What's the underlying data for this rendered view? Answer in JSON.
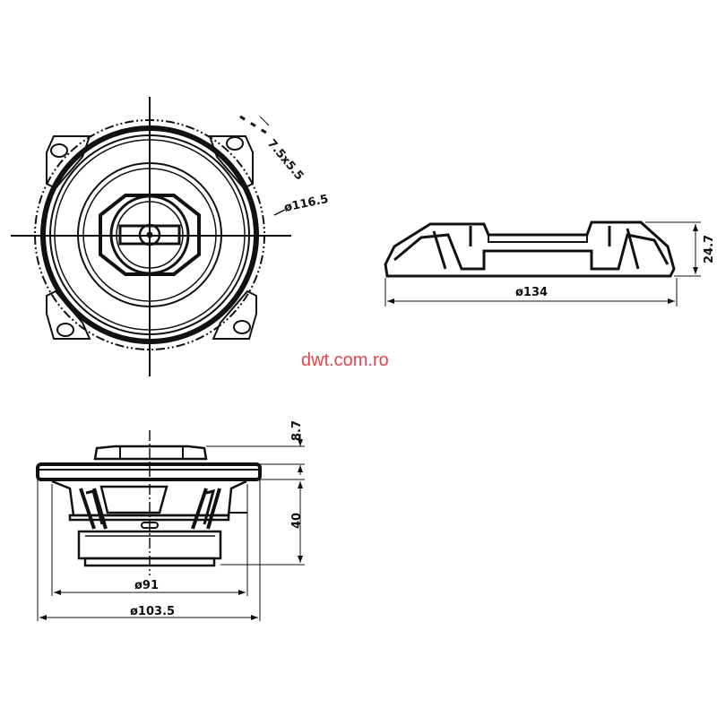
{
  "front_view": {
    "hole_label": "7.5x5.5",
    "cutout_diameter": "ø116.5"
  },
  "top_side_view": {
    "height_label": "24.7",
    "width_label": "ø134"
  },
  "watermark": "dwt.com.ro",
  "side_view": {
    "cap_height": "8.7",
    "depth": "40",
    "basket_diameter": "ø91",
    "flange_diameter": "ø103.5"
  },
  "colors": {
    "line": "#111111",
    "watermark": "#e8434a"
  }
}
